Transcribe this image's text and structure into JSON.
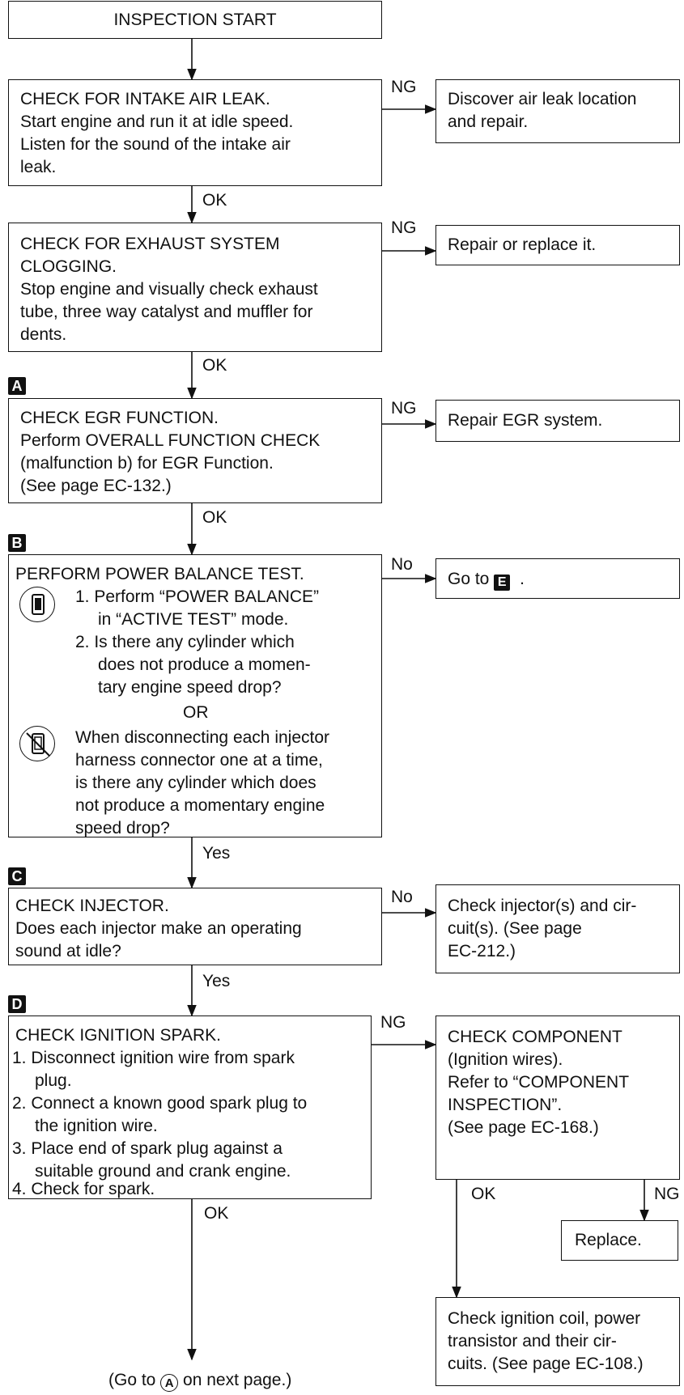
{
  "start": {
    "label": "INSPECTION START"
  },
  "steps": {
    "intake_leak": {
      "lines": [
        "CHECK FOR INTAKE AIR LEAK.",
        "Start engine and run it at idle speed.",
        "Listen for the sound of the intake air",
        "leak."
      ],
      "ng_label": "NG",
      "ng_result": [
        "Discover air leak location",
        "and repair."
      ],
      "ok_label": "OK"
    },
    "exhaust": {
      "lines": [
        "CHECK FOR EXHAUST SYSTEM",
        "CLOGGING.",
        "Stop engine and visually check exhaust",
        "tube, three way catalyst and muffler for",
        "dents."
      ],
      "ng_label": "NG",
      "ng_result": [
        "Repair or replace it."
      ],
      "ok_label": "OK"
    },
    "egr": {
      "marker": "A",
      "lines": [
        "CHECK EGR FUNCTION.",
        "Perform OVERALL FUNCTION CHECK",
        "(malfunction b) for EGR Function.",
        "(See page EC-132.)"
      ],
      "ng_label": "NG",
      "ng_result": [
        "Repair EGR system."
      ],
      "ok_label": "OK"
    },
    "power_balance": {
      "marker": "B",
      "title": "PERFORM POWER BALANCE TEST.",
      "consult_lines": [
        "1. Perform “POWER BALANCE”",
        "in “ACTIVE TEST” mode.",
        "2. Is there any cylinder which",
        "does not produce a momen-",
        "tary engine speed drop?"
      ],
      "or_label": "OR",
      "no_tools_lines": [
        "When disconnecting each injector",
        "harness connector one at a time,",
        "is there any cylinder which does",
        "not produce a momentary engine",
        "speed drop?"
      ],
      "no_label": "No",
      "no_result_prefix": "Go to",
      "no_result_marker": "E",
      "no_result_suffix": ".",
      "yes_label": "Yes"
    },
    "injector": {
      "marker": "C",
      "lines": [
        "CHECK INJECTOR.",
        "Does each injector make an operating",
        "sound at idle?"
      ],
      "no_label": "No",
      "no_result": [
        "Check injector(s) and cir-",
        "cuit(s). (See page",
        "EC-212.)"
      ],
      "yes_label": "Yes"
    },
    "ignition": {
      "marker": "D",
      "title": "CHECK IGNITION SPARK.",
      "items": [
        [
          "1. Disconnect ignition wire from spark",
          "plug."
        ],
        [
          "2. Connect a known good spark plug to",
          "the ignition wire."
        ],
        [
          "3. Place end of spark plug against a",
          "suitable ground and crank engine."
        ],
        [
          "4. Check for spark."
        ]
      ],
      "ng_label": "NG",
      "component": [
        "CHECK COMPONENT",
        "(Ignition wires).",
        "Refer to “COMPONENT",
        "INSPECTION”.",
        "(See page EC-168.)"
      ],
      "component_ok_label": "OK",
      "component_ng_label": "NG",
      "replace_label": "Replace.",
      "coil_check": [
        "Check ignition coil, power",
        "transistor and their cir-",
        "cuits. (See page EC-108.)"
      ],
      "ok_label": "OK"
    }
  },
  "footer": {
    "prefix": "(Go to",
    "circled": "A",
    "suffix": "on next page.)"
  }
}
